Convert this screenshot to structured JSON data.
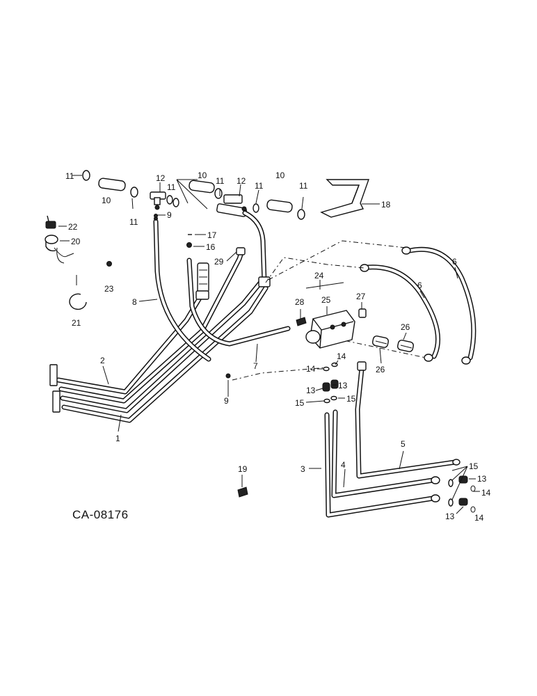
{
  "drawing_code": "CA-08176",
  "callouts": {
    "c1": "1",
    "c2": "2",
    "c3": "3",
    "c4": "4",
    "c5": "5",
    "c6a": "6",
    "c6b": "6",
    "c7": "7",
    "c8": "8",
    "c9a": "9",
    "c9b": "9",
    "c10a": "10",
    "c10b": "10",
    "c10c": "10",
    "c11a": "11",
    "c11b": "11",
    "c11c": "11",
    "c11d": "11",
    "c11e": "11",
    "c11f": "11",
    "c12a": "12",
    "c12b": "12",
    "c13a": "13",
    "c13b": "13",
    "c13c": "13",
    "c13d": "13",
    "c14a": "14",
    "c14b": "14",
    "c14c": "14",
    "c14d": "14",
    "c15a": "15",
    "c15b": "15",
    "c15c": "15",
    "c16": "16",
    "c17": "17",
    "c18": "18",
    "c19": "19",
    "c20": "20",
    "c21": "21",
    "c22": "22",
    "c23": "23",
    "c24": "24",
    "c25": "25",
    "c26a": "26",
    "c26b": "26",
    "c27": "27",
    "c28": "28",
    "c29": "29"
  }
}
